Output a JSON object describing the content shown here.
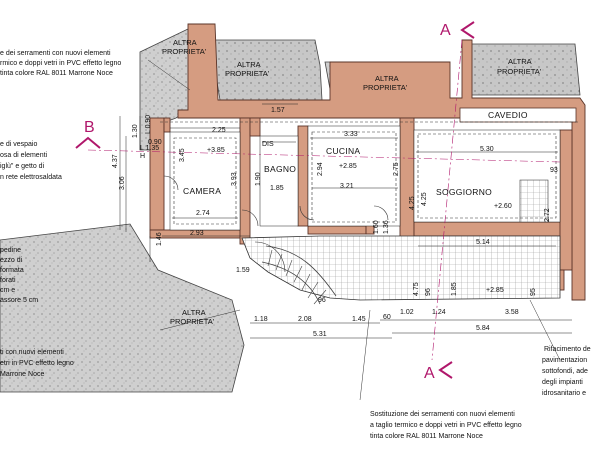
{
  "sections": {
    "a": "A",
    "b": "B"
  },
  "properties": {
    "top_left": [
      "ALTRA",
      "PROPRIETA'"
    ],
    "top_mid1": [
      "ALTRA",
      "PROPRIETA'"
    ],
    "top_mid2": [
      "ALTRA",
      "PROPRIETA'"
    ],
    "top_right": [
      "ALTRA",
      "PROPRIETA'"
    ],
    "bottom_left": [
      "ALTRA",
      "PROPRIETA'"
    ]
  },
  "rooms": {
    "camera": "CAMERA",
    "bagno": "BAGNO",
    "cucina": "CUCINA",
    "soggiorno": "SOGGIORNO",
    "cavedio": "CAVEDIO",
    "dis": "DIS"
  },
  "levels": {
    "camera": "+3.85",
    "cucina": "+2.85",
    "soggiorno": "+2.60",
    "landing": "+2.85"
  },
  "dimensions": {
    "d_130": "1.30",
    "d_437": "4.37",
    "d_306": "3.06",
    "d_146": "1.46",
    "d_225": "2.25",
    "d_157": "1.57",
    "d_333": "3.33",
    "d_530": "5.30",
    "d_345": "3.45",
    "d_393": "3.93",
    "d_190": "1.90",
    "d_294": "2.94",
    "d_185": "1.85",
    "d_321": "3.21",
    "d_275": "2.75",
    "d_274": "2.74",
    "d_425_a": "4.25",
    "d_425_b": "4.25",
    "d_93": "93",
    "d_272": "2.72",
    "d_293": "2.93",
    "d_514": "5.14",
    "d_159": "1.59",
    "d_96": "96",
    "d_118": "1.18",
    "d_208": "2.08",
    "d_145": "1.45",
    "d_60": "60",
    "d_102": "1.02",
    "d_124": "1.24",
    "d_358": "3.58",
    "d_531": "5.31",
    "d_584": "5.84",
    "d_475": "4.75",
    "d_96b": "96",
    "d_185b": "1.85",
    "d_95": "95",
    "d_090": "0.90",
    "d_l135": "L 1.35",
    "d_h": "H",
    "d_l090": "L 0.90",
    "d_v160": "1.60",
    "d_v136": "1.36"
  },
  "notes": {
    "top": [
      "e dei serramenti con nuovi elementi",
      "rmico e doppi vetri in PVC effetto legno",
      "tinta colore RAL 8011 Marrone Noce"
    ],
    "left_mid": [
      "e di vespaio",
      "osa di elementi",
      "iglù\" e getto di",
      "n rete elettrosaldata"
    ],
    "left_low": [
      "pedine",
      "ezzo di",
      "formata",
      "forati",
      "cm e",
      "assore 5 cm"
    ],
    "bottom_left": [
      "ti con nuovi elementi",
      "etri in PVC effetto legno",
      "Marrone Noce"
    ],
    "bottom_center": [
      "Sostituzione dei serramenti con nuovi elementi",
      "a taglio termico e doppi vetri in PVC effetto legno",
      "tinta colore RAL 8011 Marrone Noce"
    ],
    "bottom_right": [
      "Rifacimento de",
      "pavimentazion",
      "sottofondi, ade",
      "degli impianti",
      "idrosanitario e"
    ]
  }
}
